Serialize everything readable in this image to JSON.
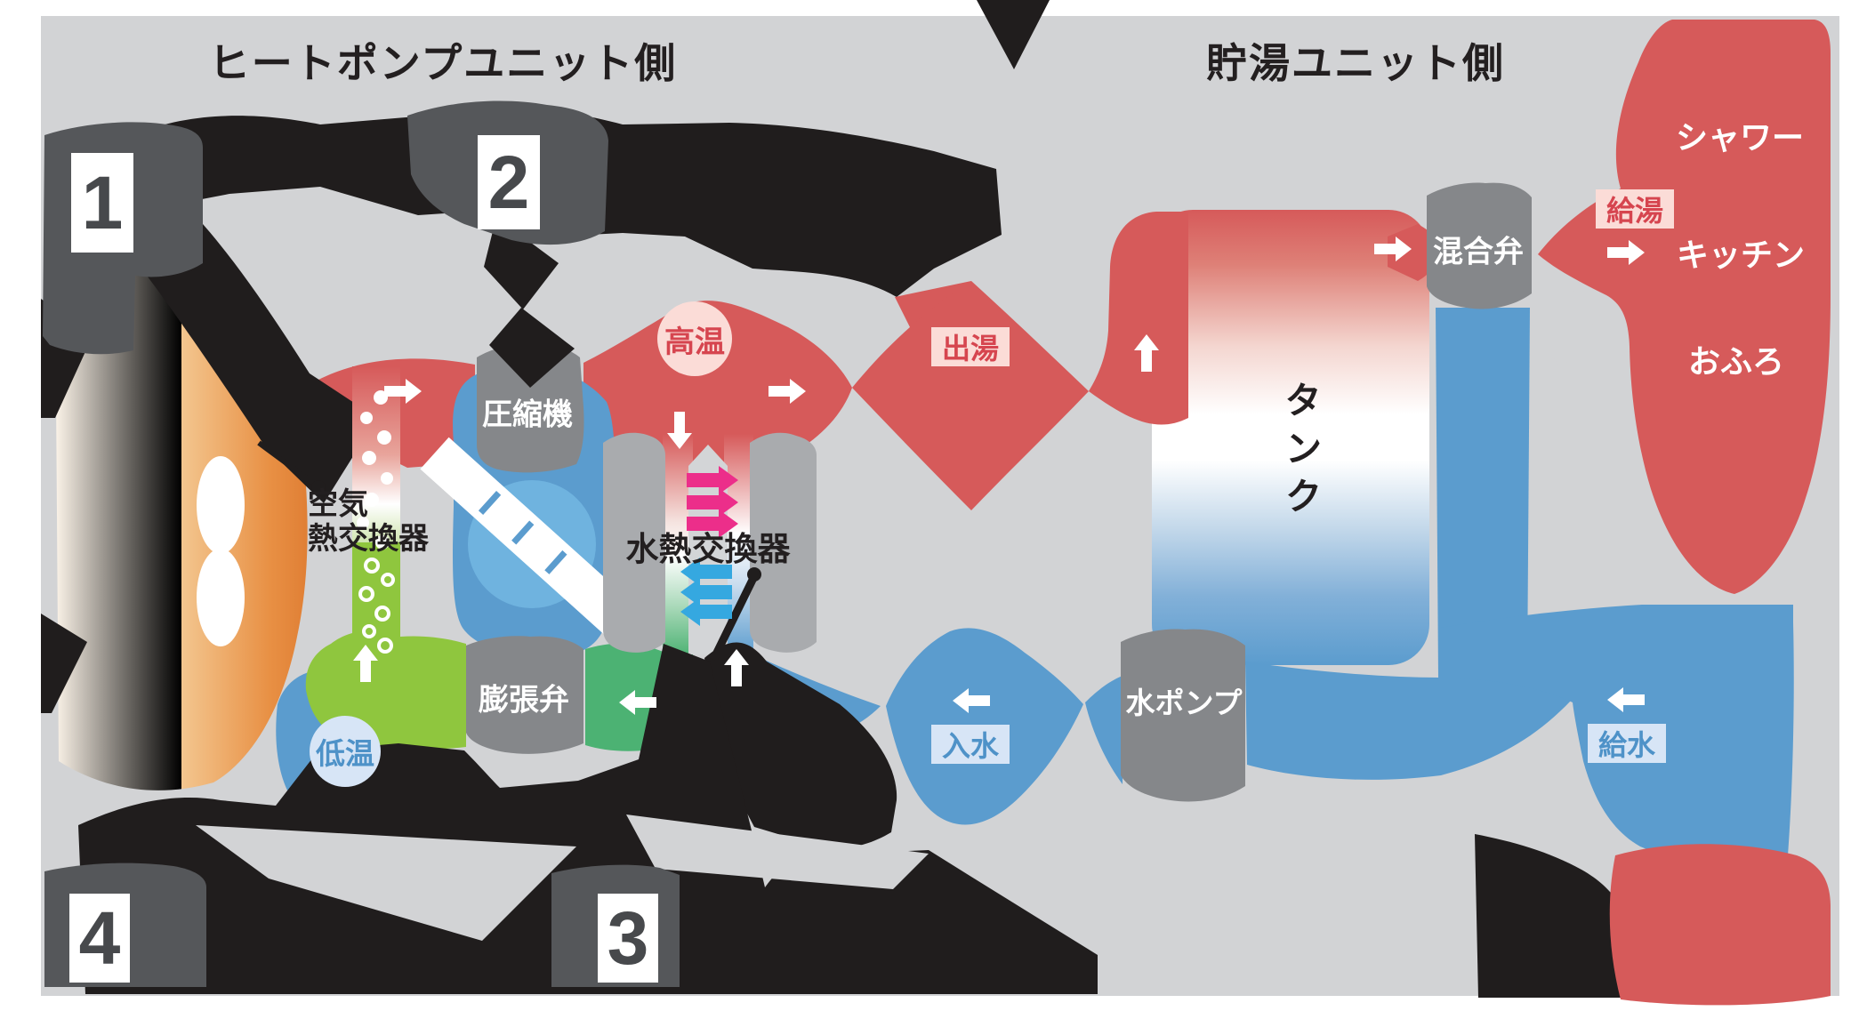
{
  "diagram": {
    "titles": {
      "heat_pump_side": "ヒートポンプユニット側",
      "storage_side": "貯湯ユニット側"
    },
    "steps": [
      "1",
      "2",
      "3",
      "4"
    ],
    "components": {
      "compressor": "圧縮機",
      "air_hx_line1": "空気",
      "air_hx_line2": "熱交換器",
      "water_hx": "水熱交換器",
      "expansion_valve": "膨張弁",
      "mixing_valve": "混合弁",
      "water_pump": "水ポンプ",
      "tank": "タンク"
    },
    "badges": {
      "high_temp": "高温",
      "low_temp": "低温",
      "hot_water_out": "出湯",
      "water_in": "入水",
      "hot_water_supply": "給湯",
      "cold_water_supply": "給水"
    },
    "outlets": {
      "shower": "シャワー",
      "kitchen": "キッチン",
      "bath": "おふろ"
    },
    "colors": {
      "hot_red": "#D65A5A",
      "cold_blue": "#5B9CCE",
      "leaf_green": "#8FC63E",
      "teal_green": "#4CB273",
      "heat_magenta": "#EC2E8A",
      "cool_cyan": "#35A8E0",
      "component_gray": "#85878A",
      "background_gray": "#D2D3D5",
      "black_mask": "#201D1D"
    }
  }
}
